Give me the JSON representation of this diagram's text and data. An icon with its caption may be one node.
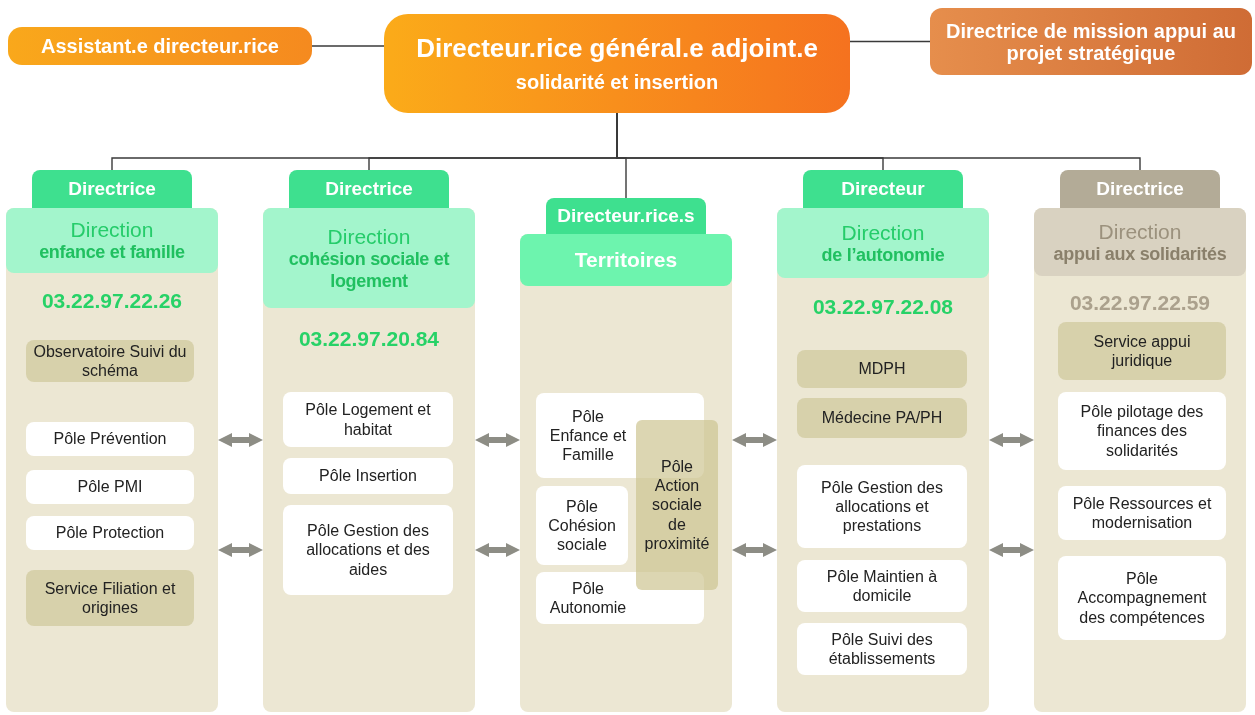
{
  "diagram": {
    "nodes": [
      {
        "text": [
          "Assistant.e directeur.rice"
        ]
      },
      {
        "text": [
          "Directeur.rice général.e adjoint.e",
          "solidarité et insertion"
        ]
      },
      {
        "text": [
          "Directrice de mission appui au projet stratégique"
        ]
      },
      {
        "text": [
          "Directrice"
        ]
      },
      {
        "text": [
          "03.22.97.22.26"
        ]
      },
      {
        "text": [
          "Direction",
          "enfance et famille"
        ],
        "in": 4
      },
      {
        "text": [
          "Observatoire Suivi du schéma"
        ],
        "in": 4
      },
      {
        "text": [
          "Pôle Prévention"
        ],
        "in": 4
      },
      {
        "text": [
          "Pôle PMI"
        ],
        "in": 4
      },
      {
        "text": [
          "Pôle Protection"
        ],
        "in": 4
      },
      {
        "text": [
          "Service Filiation et origines"
        ],
        "in": 4
      },
      {
        "text": [
          "Directrice"
        ]
      },
      {
        "text": [
          "03.22.97.20.84"
        ]
      },
      {
        "text": [
          "Direction",
          "cohésion sociale et logement"
        ],
        "in": 12
      },
      {
        "text": [
          "Pôle Logement et habitat"
        ],
        "in": 12
      },
      {
        "text": [
          "Pôle Insertion"
        ],
        "in": 12
      },
      {
        "text": [
          "Pôle Gestion des allocations et des aides"
        ],
        "in": 12
      },
      {
        "text": [
          "Directeur.rice.s"
        ]
      },
      {
        "text": [],
        "shape": "box"
      },
      {
        "text": [
          "Territoires"
        ],
        "in": 18
      },
      {
        "text": [
          "Pôle Enfance et Famille"
        ],
        "in": 18
      },
      {
        "text": [
          "Pôle Cohésion sociale"
        ],
        "in": 18
      },
      {
        "text": [
          "Pôle Autonomie"
        ],
        "in": 18
      },
      {
        "text": [
          "Pôle Action sociale de proximité"
        ],
        "in": 18
      },
      {
        "text": [
          "Directeur"
        ]
      },
      {
        "text": [
          "03.22.97.22.08"
        ]
      },
      {
        "text": [
          "Direction",
          "de l’autonomie"
        ],
        "in": 25
      },
      {
        "text": [
          "MDPH"
        ],
        "in": 25
      },
      {
        "text": [
          "Médecine PA/PH"
        ],
        "in": 25
      },
      {
        "text": [
          "Pôle Gestion des allocations et prestations"
        ],
        "in": 25
      },
      {
        "text": [
          "Pôle Maintien à domicile"
        ],
        "in": 25
      },
      {
        "text": [
          "Pôle Suivi des établissements"
        ],
        "in": 25
      },
      {
        "text": [
          "Directrice"
        ]
      },
      {
        "text": [
          "03.22.97.22.59"
        ]
      },
      {
        "text": [
          "Direction",
          "appui aux solidarités"
        ],
        "in": 33
      },
      {
        "text": [
          "Service appui juridique"
        ],
        "in": 33
      },
      {
        "text": [
          "Pôle pilotage des finances des solidarités"
        ],
        "in": 33
      },
      {
        "text": [
          "Pôle Ressources et modernisation"
        ],
        "in": 33
      },
      {
        "text": [
          "Pôle Accompagnement des compétences"
        ],
        "in": 33
      }
    ],
    "edges": [
      {
        "from": 1,
        "to": 0,
        "arrow": "none",
        "color": "#3a3a3a"
      },
      {
        "from": 1,
        "to": 2,
        "arrow": "none",
        "color": "#3a3a3a"
      },
      {
        "from": 1,
        "to": 3,
        "arrow": "none",
        "color": "#3a3a3a"
      },
      {
        "from": 1,
        "to": 11,
        "arrow": "none",
        "color": "#3a3a3a"
      },
      {
        "from": 1,
        "to": 17,
        "arrow": "none",
        "color": "#3a3a3a"
      },
      {
        "from": 1,
        "to": 24,
        "arrow": "none",
        "color": "#3a3a3a"
      },
      {
        "from": 1,
        "to": 32,
        "arrow": "none",
        "color": "#3a3a3a"
      },
      {
        "from": 4,
        "to": 12,
        "arrow": "both"
      },
      {
        "from": 4,
        "to": 12,
        "arrow": "both"
      },
      {
        "from": 12,
        "to": 18,
        "arrow": "both"
      },
      {
        "from": 12,
        "to": 18,
        "arrow": "both"
      },
      {
        "from": 18,
        "to": 25,
        "arrow": "both"
      },
      {
        "from": 18,
        "to": 25,
        "arrow": "both"
      },
      {
        "from": 25,
        "to": 33,
        "arrow": "both"
      },
      {
        "from": 25,
        "to": 33,
        "arrow": "both"
      }
    ]
  }
}
